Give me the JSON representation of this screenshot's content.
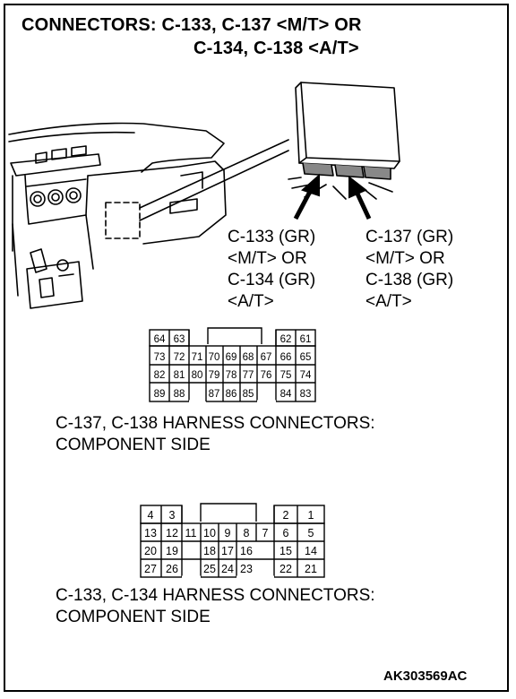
{
  "title": {
    "line1": "CONNECTORS: C-133, C-137 <M/T> OR",
    "line2": "C-134, C-138 <A/T>"
  },
  "callout_left": [
    "C-133 (GR)",
    "<M/T> OR",
    "C-134 (GR)",
    "<A/T>"
  ],
  "callout_right": [
    "C-137 (GR)",
    "<M/T> OR",
    "C-138 (GR)",
    "<A/T>"
  ],
  "connector_top": {
    "rows": [
      [
        "64",
        "63",
        "62",
        "61"
      ],
      [
        "73",
        "72",
        "71",
        "70",
        "69",
        "68",
        "67",
        "66",
        "65"
      ],
      [
        "82",
        "81",
        "80",
        "79",
        "78",
        "77",
        "76",
        "75",
        "74"
      ],
      [
        "89",
        "88",
        "87",
        "86",
        "85",
        "84",
        "83"
      ]
    ],
    "caption": [
      "C-137, C-138 HARNESS CONNECTORS:",
      "COMPONENT SIDE"
    ]
  },
  "connector_bottom": {
    "rows": [
      [
        "4",
        "3",
        "2",
        "1"
      ],
      [
        "13",
        "12",
        "11",
        "10",
        "9",
        "8",
        "7",
        "6",
        "5"
      ],
      [
        "20",
        "19",
        "18",
        "17",
        "16",
        "15",
        "14"
      ],
      [
        "27",
        "26",
        "25",
        "24",
        "23",
        "22",
        "21"
      ]
    ],
    "caption": [
      "C-133, C-134 HARNESS CONNECTORS:",
      "COMPONENT SIDE"
    ]
  },
  "figure_code": "AK303569AC"
}
